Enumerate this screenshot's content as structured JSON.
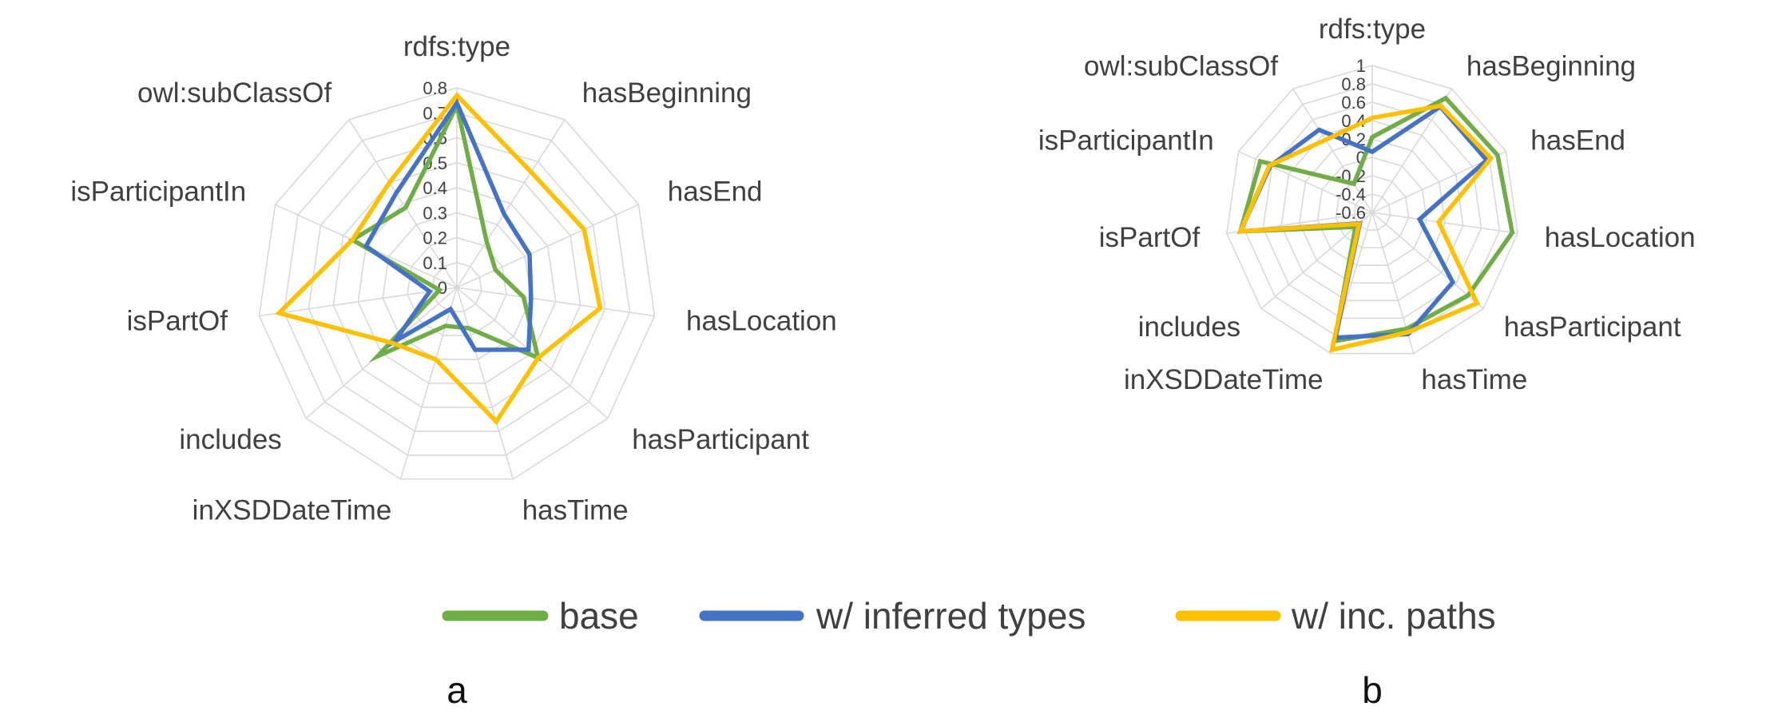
{
  "legend": {
    "base": "base",
    "inferred": "w/ inferred types",
    "inc_paths": "w/ inc. paths"
  },
  "colors": {
    "base": "#70AD47",
    "inferred": "#4472C4",
    "inc_paths": "#FFC000",
    "grid": "#D9D9D9"
  },
  "chart_data": [
    {
      "type": "radar",
      "panel_label": "a",
      "categories": [
        "rdfs:type",
        "hasBeginning",
        "hasEnd",
        "hasLocation",
        "hasParticipant",
        "hasTime",
        "inXSDDateTime",
        "includes",
        "isPartOf",
        "isParticipantIn",
        "owl:subClassOf"
      ],
      "rlim": [
        0,
        0.8
      ],
      "ticks": [
        0,
        0.1,
        0.2,
        0.3,
        0.4,
        0.5,
        0.6,
        0.7,
        0.8
      ],
      "grid": true,
      "legend_position": "bottom",
      "series": [
        {
          "name": "base",
          "key": "base",
          "values": [
            0.73,
            0.22,
            0.17,
            0.27,
            0.43,
            0.17,
            0.16,
            0.42,
            0.07,
            0.46,
            0.38
          ]
        },
        {
          "name": "w/ inferred types",
          "key": "inferred",
          "values": [
            0.74,
            0.35,
            0.32,
            0.3,
            0.38,
            0.26,
            0.09,
            0.33,
            0.11,
            0.4,
            0.45
          ]
        },
        {
          "name": "w/ inc. paths",
          "key": "inc_paths",
          "values": [
            0.77,
            0.55,
            0.56,
            0.58,
            0.43,
            0.56,
            0.3,
            0.34,
            0.72,
            0.46,
            0.5
          ]
        }
      ]
    },
    {
      "type": "radar",
      "panel_label": "b",
      "categories": [
        "rdfs:type",
        "hasBeginning",
        "hasEnd",
        "hasLocation",
        "hasParticipant",
        "hasTime",
        "inXSDDateTime",
        "includes",
        "isPartOf",
        "isParticipantIn",
        "owl:subClassOf"
      ],
      "rlim": [
        -0.6,
        1
      ],
      "ticks": [
        -0.6,
        -0.4,
        -0.2,
        0,
        0.2,
        0.4,
        0.6,
        0.8,
        1
      ],
      "grid": true,
      "legend_position": "bottom",
      "series": [
        {
          "name": "base",
          "key": "base",
          "values": [
            0.22,
            0.88,
            0.9,
            0.94,
            0.78,
            0.72,
            0.86,
            -0.36,
            0.85,
            0.74,
            -0.23
          ]
        },
        {
          "name": "w/ inferred types",
          "key": "inferred",
          "values": [
            0.06,
            0.77,
            0.77,
            -0.08,
            0.56,
            0.78,
            0.82,
            -0.42,
            0.85,
            0.62,
            0.47
          ]
        },
        {
          "name": "w/ inc. paths",
          "key": "inc_paths",
          "values": [
            0.43,
            0.78,
            0.82,
            0.13,
            0.91,
            0.76,
            0.96,
            -0.41,
            0.85,
            0.63,
            0.34
          ]
        }
      ]
    }
  ]
}
